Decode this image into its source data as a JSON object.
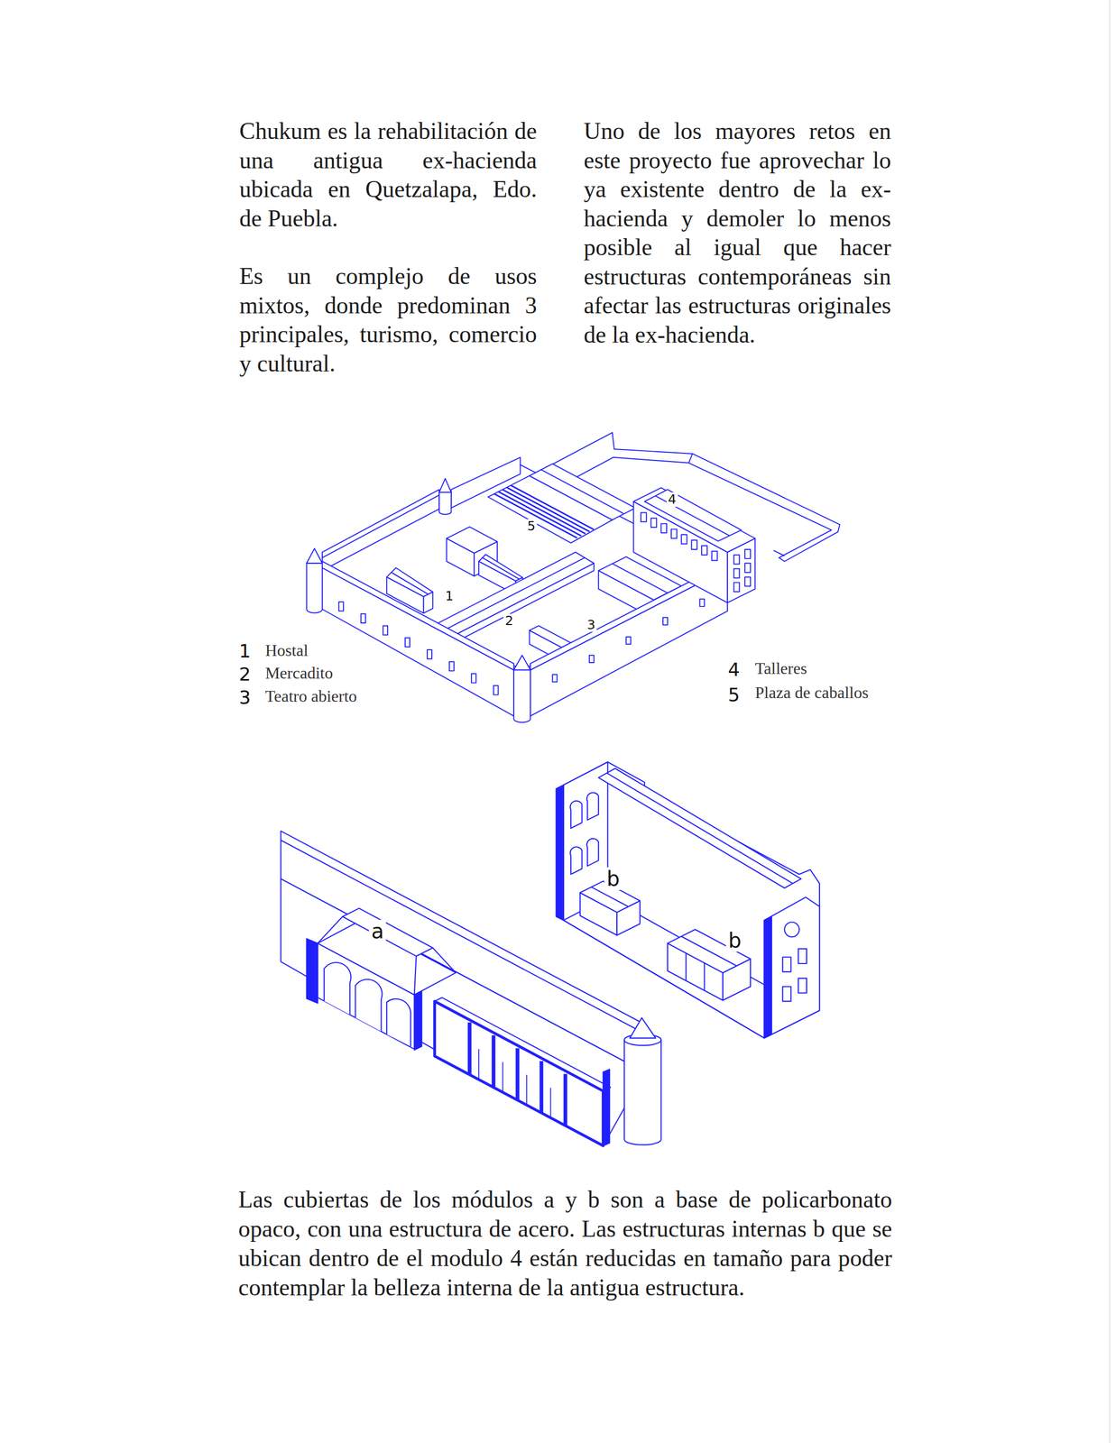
{
  "diagram": {
    "caption": "Las cubiertas de los módulos a y b son a base de policarbonato opaco, con una estructura de acero. Las estructuras internas b que se ubican dentro de el modulo 4 están reducidas en tamaño para poder contemplar la belleza interna de la antigua estructura.",
    "labels": [
      "Chukum es la rehabilitación de una antigua ex-hacienda ubicada en Quetzalapa, Edo. de Puebla.",
      "Es un complejo de usos mixtos, donde predominan 3 principales, turismo, comercio y cultural.",
      "Uno de los mayores retos en este proyecto fue aprovechar lo ya existente dentro de la ex-hacienda y demoler lo menos posible al igual que hacer estructuras contemporáneas sin afectar las estructuras originales de la ex-hacienda.",
      "4",
      "5",
      "1",
      "2",
      "3",
      "1",
      "Hostal",
      "2",
      "Mercadito",
      "3",
      "Teatro abierto",
      "4",
      "Talleres",
      "5",
      "Plaza de caballos",
      "a",
      "b",
      "b"
    ]
  }
}
